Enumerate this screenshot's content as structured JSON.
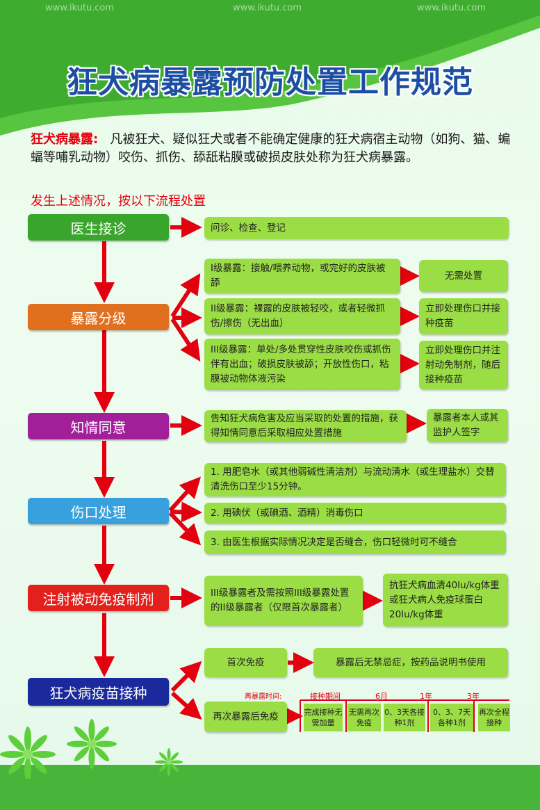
{
  "watermark": "www.ikutu.com",
  "title": "狂犬病暴露预防处置工作规范",
  "intro": {
    "term": "狂犬病暴露:",
    "text": "凡被狂犬、疑似狂犬或者不能确定健康的狂犬病宿主动物（如狗、猫、蝙蝠等哺乳动物）咬伤、抓伤、舔舐粘膜或破损皮肤处称为狂犬病暴露。"
  },
  "subheading": "发生上述情况，按以下流程处置",
  "colors": {
    "title": "#1c4ea3",
    "arrow": "#e3000f",
    "box_green": "#9bdd45",
    "step1": "#3aa52c",
    "step2": "#e0701e",
    "step3": "#a21f9a",
    "step4": "#38a0dc",
    "step5": "#e3201b",
    "step6": "#1a2a9c"
  },
  "steps": [
    {
      "label": "医生接诊"
    },
    {
      "label": "暴露分级"
    },
    {
      "label": "知情同意"
    },
    {
      "label": "伤口处理"
    },
    {
      "label": "注射被动免疫制剂"
    },
    {
      "label": "狂犬病疫苗接种"
    }
  ],
  "intake": {
    "text": "问诊、检查、登记"
  },
  "grading": [
    {
      "desc": "I级暴露：接触/喂养动物，或完好的皮肤被舔",
      "action": "无需处置"
    },
    {
      "desc": "II级暴露：裸露的皮肤被轻咬，或者轻微抓伤/擦伤（无出血）",
      "action": "立即处理伤口并接种疫苗"
    },
    {
      "desc": "III级暴露：单处/多处贯穿性皮肤咬伤或抓伤伴有出血；破损皮肤被舔；开放性伤口，粘膜被动物体液污染",
      "action": "立即处理伤口并注射动免制剂，随后接种疫苗"
    }
  ],
  "consent": {
    "desc": "告知狂犬病危害及应当采取的处置的措施，获得知情同意后采取相应处置措施",
    "action": "暴露者本人或其监护人签字"
  },
  "wound": [
    {
      "text": "1. 用肥皂水（或其他弱碱性清洁剂）与流动清水（或生理盐水）交替清洗伤口至少15分钟。"
    },
    {
      "text": "2. 用碘伏（或碘酒、酒精）消毒伤口"
    },
    {
      "text": "3. 由医生根据实际情况决定是否缝合，伤口轻微时可不缝合"
    }
  ],
  "passive": {
    "desc": "III级暴露者及需按照III级暴露处置的II级暴露者（仅限首次暴露者）",
    "dose": "抗狂犬病血清40Iu/kg体重或狂犬病人免疫球蛋白20Iu/kg体重"
  },
  "vaccine": {
    "first": "首次免疫",
    "first_note": "暴露后无禁忌症，按药品说明书使用",
    "re": "再次暴露后免疫",
    "timeline_label": "再暴露时间:",
    "timeline_points": [
      "接种期间",
      "6月",
      "1年",
      "3年"
    ],
    "timeline_boxes": [
      "完成接种无需加量",
      "无需再次免疫",
      "0、3天各接种1剂",
      "0、3、7天各种1剂",
      "再次全程接种"
    ]
  }
}
